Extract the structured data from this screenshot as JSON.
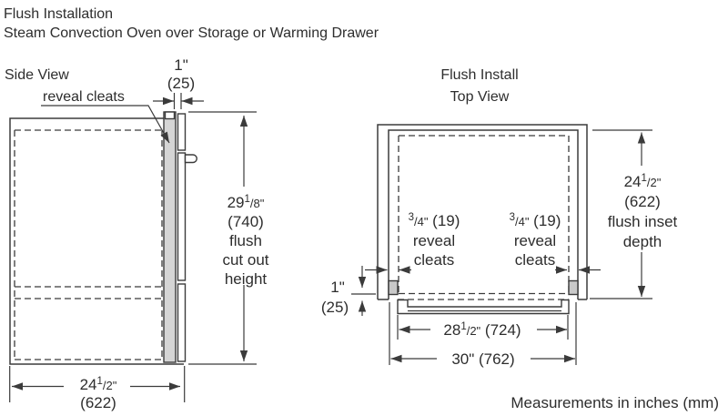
{
  "header": {
    "line1": "Flush Installation",
    "line2": "Steam Convection Oven over Storage or Warming Drawer"
  },
  "side_view": {
    "title": "Side View",
    "reveal_cleats_label": "reveal cleats",
    "cleat_width_dim": {
      "inches": "1\"",
      "mm": "(25)"
    },
    "cutout_height_dim": {
      "whole": "29",
      "frac_num": "1",
      "frac_den_unit": "/8\"",
      "mm": "(740)",
      "caption_line1": "flush",
      "caption_line2": "cut out",
      "caption_line3": "height"
    },
    "width_dim": {
      "whole": "24",
      "frac_num": "1",
      "frac_den_unit": "/2\"",
      "mm": "(622)"
    }
  },
  "top_view": {
    "title_line1": "Flush Install",
    "title_line2": "Top View",
    "inset_depth_dim": {
      "whole": "24",
      "frac_num": "1",
      "frac_den_unit": "/2\"",
      "mm": "(622)",
      "caption_line1": "flush inset",
      "caption_line2": "depth"
    },
    "left_cleat_dim": {
      "frac_num": "3",
      "frac_den_unit": "/4\"",
      "mm": " (19)",
      "caption_line1": "reveal",
      "caption_line2": "cleats"
    },
    "right_cleat_dim": {
      "frac_num": "3",
      "frac_den_unit": "/4\"",
      "mm": " (19)",
      "caption_line1": "reveal",
      "caption_line2": "cleats"
    },
    "door_depth_dim": {
      "inches": "1\"",
      "mm": "(25)"
    },
    "inner_width_dim": {
      "whole": "28",
      "frac_num": "1",
      "frac_den_unit": "/2\"",
      "mm": " (724)"
    },
    "outer_width_dim": {
      "inches_mm": "30\" (762)"
    }
  },
  "footer": {
    "note": "Measurements in inches (mm)"
  },
  "colors": {
    "line": "#3b3b3b",
    "gray_fill": "#d5d5d5",
    "background": "#ffffff"
  }
}
